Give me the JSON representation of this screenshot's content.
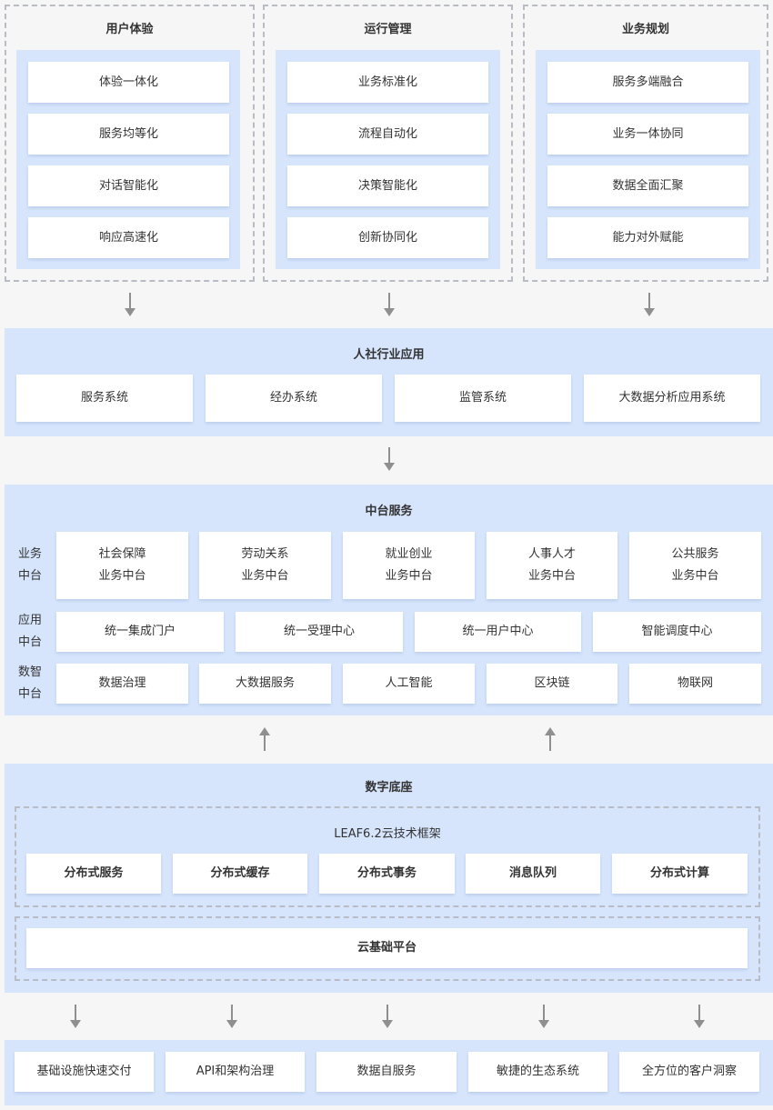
{
  "top": {
    "columns": [
      {
        "title": "用户体验",
        "items": [
          "体验一体化",
          "服务均等化",
          "对话智能化",
          "响应高速化"
        ]
      },
      {
        "title": "运行管理",
        "items": [
          "业务标准化",
          "流程自动化",
          "决策智能化",
          "创新协同化"
        ]
      },
      {
        "title": "业务规划",
        "items": [
          "服务多端融合",
          "业务一体协同",
          "数据全面汇聚",
          "能力对外赋能"
        ]
      }
    ]
  },
  "industry": {
    "title": "人社行业应用",
    "items": [
      "服务系统",
      "经办系统",
      "监管系统",
      "大数据分析应用系统"
    ]
  },
  "middle": {
    "title": "中台服务",
    "business": {
      "label": [
        "业务",
        "中台"
      ],
      "items": [
        [
          "社会保障",
          "业务中台"
        ],
        [
          "劳动关系",
          "业务中台"
        ],
        [
          "就业创业",
          "业务中台"
        ],
        [
          "人事人才",
          "业务中台"
        ],
        [
          "公共服务",
          "业务中台"
        ]
      ]
    },
    "application": {
      "label": [
        "应用",
        "中台"
      ],
      "items": [
        "统一集成门户",
        "统一受理中心",
        "统一用户中心",
        "智能调度中心"
      ]
    },
    "data": {
      "label": [
        "数智",
        "中台"
      ],
      "items": [
        "数据治理",
        "大数据服务",
        "人工智能",
        "区块链",
        "物联网"
      ]
    }
  },
  "digital": {
    "title": "数字底座",
    "framework": {
      "title": "LEAF6.2云技术框架",
      "items": [
        "分布式服务",
        "分布式缓存",
        "分布式事务",
        "消息队列",
        "分布式计算"
      ]
    },
    "cloud": "云基础平台"
  },
  "bottom": {
    "items": [
      "基础设施快速交付",
      "API和架构治理",
      "数据自服务",
      "敏捷的生态系统",
      "全方位的客户洞察"
    ]
  }
}
